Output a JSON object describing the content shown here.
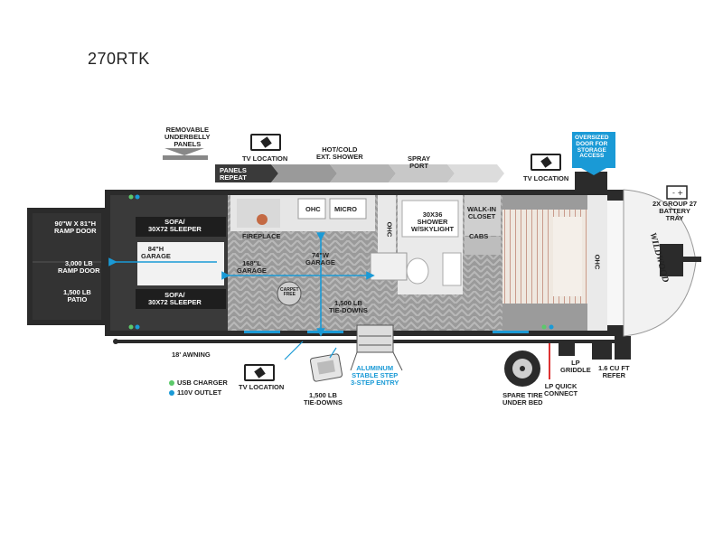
{
  "model": "270RTK",
  "labels": {
    "removable_panels": "REMOVABLE\nUNDERBELLY\nPANELS",
    "panels_repeat": "PANELS\nREPEAT",
    "tv_location_top": "TV LOCATION",
    "hot_cold_shower": "HOT/COLD\nEXT. SHOWER",
    "spray_port": "SPRAY\nPORT",
    "tv_location_front": "TV LOCATION",
    "oversized_door": "OVERSIZED\nDOOR FOR\nSTORAGE\nACCESS",
    "battery_tray": "2X GROUP 27\nBATTERY\nTRAY",
    "ramp_door_size": "90\"W x 81\"H\nRAMP DOOR",
    "ramp_door_weight": "3,000 LB\nRAMP DOOR",
    "patio": "1,500 LB\nPATIO",
    "sofa_top": "SOFA/\n30x72 SLEEPER",
    "garage_height": "84\"H\nGARAGE",
    "sofa_bottom": "SOFA/\n30x72 SLEEPER",
    "fireplace": "FIREPLACE",
    "ohc_kitchen": "OHC",
    "micro": "MICRO",
    "ohc_side": "OHC",
    "garage_length": "168\"L\nGARAGE",
    "garage_width": "74\"W\nGARAGE",
    "carpet_free": "CARPET\nFREE",
    "tie_downs_inside": "1,500 LB\nTIE-DOWNS",
    "shower": "30x36\nSHOWER\nw/SKYLIGHT",
    "walk_in_closet": "WALK-IN\nCLOSET",
    "cabs": "CABS",
    "ohc_bed": "OHC",
    "awning": "18' AWNING",
    "tv_location_bottom": "TV LOCATION",
    "tie_downs_outside": "1,500 LB\nTIE-DOWNS",
    "stable_step": "ALUMINUM\nSTABLE STEP\n3-STEP ENTRY",
    "usb_charger": "USB CHARGER",
    "outlet": "110V OUTLET",
    "spare_tire": "SPARE TIRE\nUNDER BED",
    "lp_quick": "LP QUICK\nCONNECT",
    "lp_griddle": "LP\nGRIDDLE",
    "refer": "1.6 CU FT\nREFER",
    "brand": "WILDWOOD"
  },
  "colors": {
    "accent_blue": "#1a9ad6",
    "floor": "#8e8e8e",
    "dark_trim": "#2b2b2b",
    "usb_green": "#5cc96a"
  }
}
